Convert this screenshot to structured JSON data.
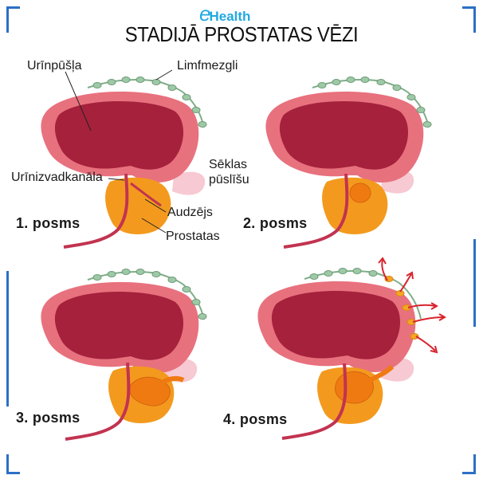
{
  "logo": {
    "prefix": "e",
    "name": "Health"
  },
  "title": "STADIJĀ PROSTATAS VĒZI",
  "labels": {
    "bladder": "Urīnpūšļa",
    "lymph_nodes": "Limfmezgli",
    "seminal_line1": "Sēklas",
    "seminal_line2": "pūslīšu",
    "urethra": "Urīnizvadkanāla",
    "tumor": "Audzējs",
    "prostate": "Prostatas"
  },
  "stages": [
    "1. posms",
    "2. posms",
    "3. posms",
    "4. posms"
  ],
  "colors": {
    "frame": "#2c6fc7",
    "logo": "#21a9e1",
    "bladder_outer": "#e8717e",
    "bladder_inner": "#a5213c",
    "prostate": "#f39a1e",
    "tumor": "#f07a12",
    "seminal": "#f7c9d2",
    "lymph": "#9ec9a6",
    "metastasis_arrow": "#d9232e"
  }
}
